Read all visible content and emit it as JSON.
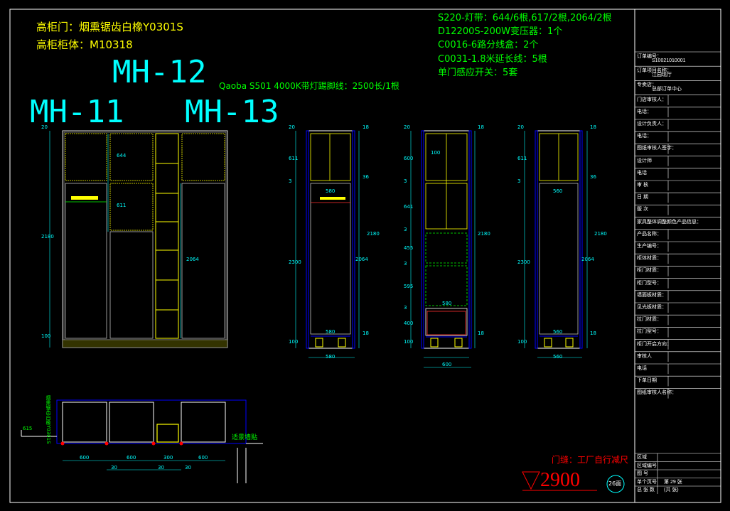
{
  "header_notes": {
    "door_material": "高柜门：烟熏锯齿白橡Y0301S",
    "body_material": "高柜柜体：M10318",
    "light_strip": "S220-灯带：644/6根,617/2根,2064/2根",
    "transformer": "D12200S-200W变压器：1个",
    "junction_box": "C0016-6路分线盒：2个",
    "extension": "C0031-1.8米延长线：5根",
    "sensor_switch": "单门感应开关：5套",
    "kickboard": "Qaoba S501 4000K带灯踢脚线：2500长/1根"
  },
  "cabinet_labels": {
    "mh11": "MH-11",
    "mh12": "MH-12",
    "mh13": "MH-13"
  },
  "front_view": {
    "dims_left": [
      "20",
      "2180",
      "100"
    ],
    "dims_mid": [
      "644",
      "611"
    ],
    "dims_right": [
      "2064"
    ]
  },
  "section_a": {
    "dims_left": [
      "20",
      "611",
      "3",
      "2300",
      "100"
    ],
    "dims_right": [
      "18",
      "36",
      "2180",
      "2064",
      "18"
    ],
    "inner_top": "580",
    "inner_bottom": "580",
    "width": "580"
  },
  "section_b": {
    "dims_left": [
      "20",
      "600",
      "3",
      "641",
      "3",
      "455",
      "3",
      "595",
      "3",
      "400",
      "100"
    ],
    "dims_right": [
      "18",
      "2180",
      "18"
    ],
    "small_dim": "100",
    "inner_mid": "580",
    "width": "600"
  },
  "section_c": {
    "dims_left": [
      "20",
      "611",
      "3",
      "2300",
      "100"
    ],
    "dims_right": [
      "18",
      "36",
      "2180",
      "2064",
      "18"
    ],
    "inner_top": "560",
    "inner_bottom": "560",
    "width": "560"
  },
  "plan_view": {
    "vertical_text": "烟熏锯齿白橡Y0301S",
    "side_dim": "615",
    "widths": [
      "600",
      "600",
      "300",
      "600"
    ],
    "gaps": [
      "30",
      "30",
      "30"
    ],
    "wall_label": "适景墙贴"
  },
  "footer_notes": {
    "gap_note": "门缝：工厂自行减尺",
    "height_mark": "2900",
    "circle_label": "26面"
  },
  "title_block": {
    "rows": [
      {
        "label": "订单编号：",
        "value": "S10021010001"
      },
      {
        "label": "订单项目名称：",
        "value": "江园现厅"
      },
      {
        "label": "专卖店：",
        "value": "总部订单中心"
      },
      {
        "label": "门店审核人：",
        "value": ""
      },
      {
        "label": "电话：",
        "value": ""
      },
      {
        "label": "设计负责人：",
        "value": ""
      },
      {
        "label": "电话：",
        "value": ""
      },
      {
        "label": "图纸审核人签字：",
        "value": ""
      },
      {
        "label": "设计师",
        "value": ""
      },
      {
        "label": "电话",
        "value": ""
      },
      {
        "label": "审  核",
        "value": ""
      },
      {
        "label": "日  期",
        "value": ""
      },
      {
        "label": "版  次",
        "value": ""
      },
      {
        "label": "家具整体调整颜色产品信息：",
        "value": ""
      },
      {
        "label": "产品名称：",
        "value": ""
      },
      {
        "label": "生产编号：",
        "value": ""
      },
      {
        "label": "柜体材质：",
        "value": ""
      },
      {
        "label": "柜门材质：",
        "value": ""
      },
      {
        "label": "柜门型号：",
        "value": ""
      },
      {
        "label": "墙面板材质：",
        "value": ""
      },
      {
        "label": "见光板材质：",
        "value": ""
      },
      {
        "label": "拉门材质：",
        "value": ""
      },
      {
        "label": "拉门型号：",
        "value": ""
      },
      {
        "label": "柜门开启方向：",
        "value": ""
      },
      {
        "label": "审核人",
        "value": ""
      },
      {
        "label": "电话",
        "value": ""
      },
      {
        "label": "下单日期",
        "value": ""
      },
      {
        "label": "图纸审核人名称：",
        "value": ""
      }
    ],
    "bottom_rows": [
      {
        "label": "区域",
        "value": ""
      },
      {
        "label": "区域编号",
        "value": ""
      },
      {
        "label": "图  号",
        "value": ""
      },
      {
        "label": "单个页号",
        "value": "第 29 张"
      },
      {
        "label": "总 张 数",
        "value": "(共  张)"
      }
    ]
  },
  "colors": {
    "background": "#000000",
    "cad_yellow": "#ffff00",
    "cad_green": "#00ff00",
    "cad_cyan": "#00ffff",
    "cad_red": "#ff0000",
    "cad_blue": "#0000ff",
    "frame_white": "#ffffff"
  }
}
